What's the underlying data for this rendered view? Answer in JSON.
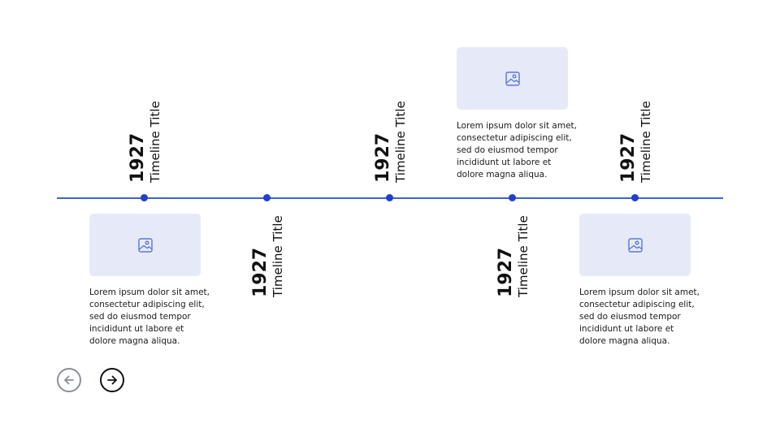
{
  "timeline": {
    "entries": [
      {
        "year": "1927",
        "title": "Timeline Title"
      },
      {
        "year": "1927",
        "title": "Timeline Title"
      },
      {
        "year": "1927",
        "title": "Timeline Title"
      },
      {
        "year": "1927",
        "title": "Timeline Title"
      },
      {
        "year": "1927",
        "title": "Timeline Title"
      }
    ],
    "cards": [
      {
        "text": "Lorem ipsum dolor sit amet, consectetur adipiscing elit, sed do eiusmod tempor incididunt ut labore et dolore magna aliqua."
      },
      {
        "text": "Lorem ipsum dolor sit amet, consectetur adipiscing elit, sed do eiusmod tempor incididunt ut labore et dolore magna aliqua."
      },
      {
        "text": "Lorem ipsum dolor sit amet, consectetur adipiscing elit, sed do eiusmod tempor incididunt ut labore et dolore magna aliqua."
      }
    ]
  },
  "nav": {
    "prev_icon": "arrow-left-icon",
    "next_icon": "arrow-right-icon"
  },
  "colors": {
    "axis": "#3b63d6",
    "dot": "#2040c8",
    "card_bg": "#e6eaf8",
    "icon": "#5b78d8"
  }
}
